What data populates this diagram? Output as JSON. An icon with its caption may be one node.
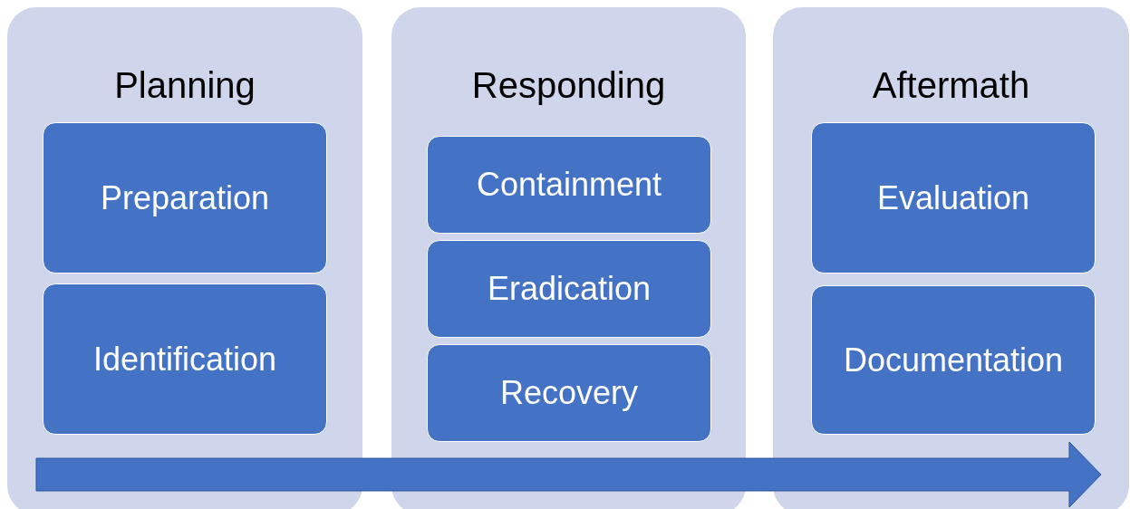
{
  "diagram": {
    "nodes": [
      {
        "text": [
          "Planning"
        ]
      },
      {
        "text": [
          "Preparation"
        ],
        "in": 0
      },
      {
        "text": [
          "Identification"
        ],
        "in": 0
      },
      {
        "text": [
          "Responding"
        ]
      },
      {
        "text": [
          "Containment"
        ],
        "in": 3
      },
      {
        "text": [
          "Eradication"
        ],
        "in": 3
      },
      {
        "text": [
          "Recovery"
        ],
        "in": 3
      },
      {
        "text": [
          "Aftermath"
        ]
      },
      {
        "text": [
          "Evaluation"
        ],
        "in": 7
      },
      {
        "text": [
          "Documentation"
        ],
        "in": 7
      }
    ]
  }
}
